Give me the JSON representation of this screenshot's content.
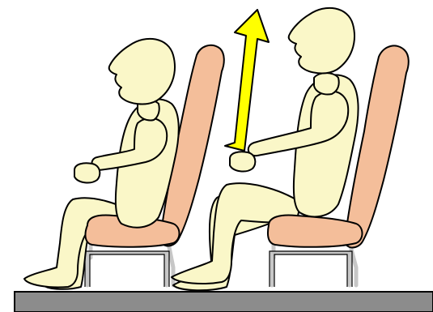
{
  "diagram": {
    "colors": {
      "background": "#ffffff",
      "figure_fill": "#FAF7C8",
      "seat_fill": "#F4BE9A",
      "arrow_fill": "#FFFF00",
      "outline": "#000000",
      "floor_fill": "#8C8C8C",
      "frame": "#C7C7C7"
    },
    "figures": [
      {
        "name": "seated-occupant-low",
        "posture": "seated"
      },
      {
        "name": "seated-occupant-raised",
        "posture": "seated"
      }
    ],
    "arrow": {
      "direction": "up-right"
    }
  }
}
